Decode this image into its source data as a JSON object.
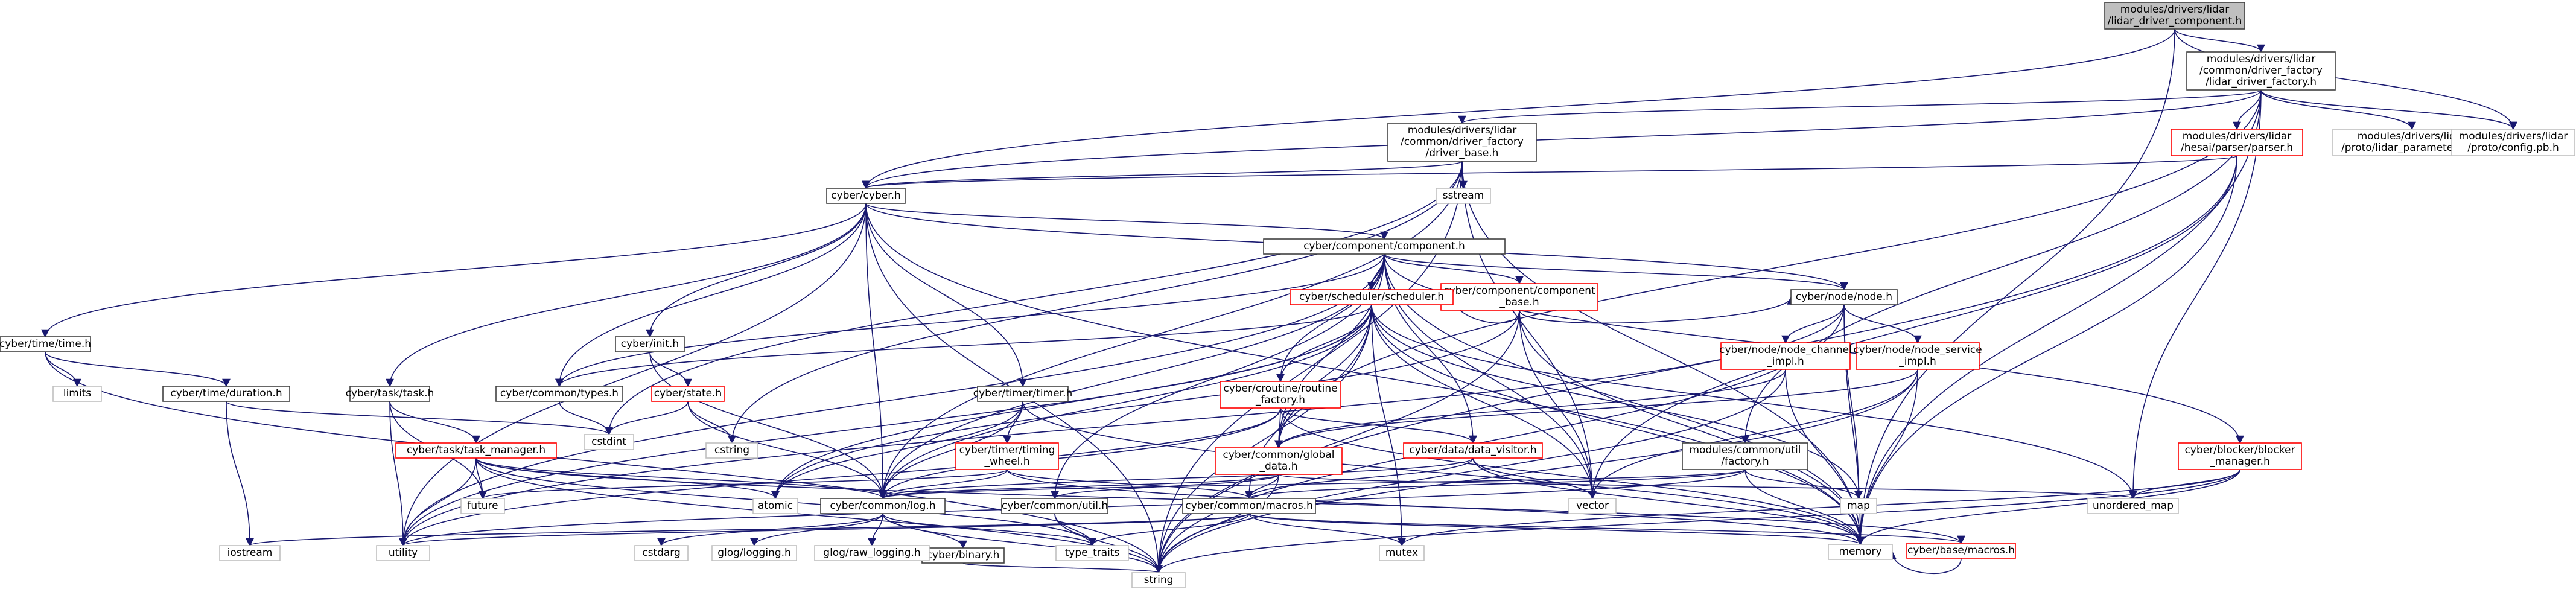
{
  "nodes": [
    {
      "id": "root",
      "style": "root",
      "lines": [
        "modules/drivers/lidar",
        "/lidar_driver_component.h"
      ]
    },
    {
      "id": "factory",
      "style": "black",
      "lines": [
        "modules/drivers/lidar",
        "/common/driver_factory",
        "/lidar_driver_factory.h"
      ]
    },
    {
      "id": "driver_base",
      "style": "black",
      "lines": [
        "modules/drivers/lidar",
        "/common/driver_factory",
        "/driver_base.h"
      ]
    },
    {
      "id": "hesai_parser",
      "style": "red",
      "lines": [
        "modules/drivers/lidar",
        "/hesai/parser/parser.h"
      ]
    },
    {
      "id": "lidar_param_pb",
      "style": "gray",
      "lines": [
        "modules/drivers/lidar",
        "/proto/lidar_parameter.pb.h"
      ]
    },
    {
      "id": "config_pb",
      "style": "gray",
      "lines": [
        "modules/drivers/lidar",
        "/proto/config.pb.h"
      ]
    },
    {
      "id": "cyber_h",
      "style": "black",
      "lines": [
        "cyber/cyber.h"
      ]
    },
    {
      "id": "sstream",
      "style": "gray",
      "lines": [
        "sstream"
      ]
    },
    {
      "id": "component_h",
      "style": "black",
      "lines": [
        "cyber/component/component.h"
      ]
    },
    {
      "id": "component_base",
      "style": "red",
      "lines": [
        "cyber/component/component",
        "_base.h"
      ]
    },
    {
      "id": "time_h",
      "style": "black",
      "lines": [
        "cyber/time/time.h"
      ]
    },
    {
      "id": "limits",
      "style": "gray",
      "lines": [
        "limits"
      ]
    },
    {
      "id": "duration_h",
      "style": "black",
      "lines": [
        "cyber/time/duration.h"
      ]
    },
    {
      "id": "init_h",
      "style": "black",
      "lines": [
        "cyber/init.h"
      ]
    },
    {
      "id": "state_h",
      "style": "red",
      "lines": [
        "cyber/state.h"
      ]
    },
    {
      "id": "task_h",
      "style": "black",
      "lines": [
        "cyber/task/task.h"
      ]
    },
    {
      "id": "task_manager",
      "style": "red",
      "lines": [
        "cyber/task/task_manager.h"
      ]
    },
    {
      "id": "types_h",
      "style": "black",
      "lines": [
        "cyber/common/types.h"
      ]
    },
    {
      "id": "timer_h",
      "style": "black",
      "lines": [
        "cyber/timer/timer.h"
      ]
    },
    {
      "id": "timing_wheel",
      "style": "red",
      "lines": [
        "cyber/timer/timing",
        "_wheel.h"
      ]
    },
    {
      "id": "scheduler_h",
      "style": "red",
      "lines": [
        "cyber/scheduler/scheduler.h"
      ]
    },
    {
      "id": "routine_factory",
      "style": "red",
      "lines": [
        "cyber/croutine/routine",
        "_factory.h"
      ]
    },
    {
      "id": "global_data",
      "style": "red",
      "lines": [
        "cyber/common/global",
        "_data.h"
      ]
    },
    {
      "id": "data_visitor",
      "style": "red",
      "lines": [
        "cyber/data/data_visitor.h"
      ]
    },
    {
      "id": "node_h",
      "style": "black",
      "lines": [
        "cyber/node/node.h"
      ]
    },
    {
      "id": "node_channel_impl",
      "style": "red",
      "lines": [
        "cyber/node/node_channel",
        "_impl.h"
      ]
    },
    {
      "id": "node_service_impl",
      "style": "red",
      "lines": [
        "cyber/node/node_service",
        "_impl.h"
      ]
    },
    {
      "id": "common_factory",
      "style": "black",
      "lines": [
        "modules/common/util",
        "/factory.h"
      ]
    },
    {
      "id": "blocker_manager",
      "style": "red",
      "lines": [
        "cyber/blocker/blocker",
        "_manager.h"
      ]
    },
    {
      "id": "log_h",
      "style": "black",
      "lines": [
        "cyber/common/log.h"
      ]
    },
    {
      "id": "util_h",
      "style": "black",
      "lines": [
        "cyber/common/util.h"
      ]
    },
    {
      "id": "macros_common",
      "style": "black",
      "lines": [
        "cyber/common/macros.h"
      ]
    },
    {
      "id": "binary_h",
      "style": "black",
      "lines": [
        "cyber/binary.h"
      ]
    },
    {
      "id": "base_macros",
      "style": "red",
      "lines": [
        "cyber/base/macros.h"
      ]
    },
    {
      "id": "future",
      "style": "gray",
      "lines": [
        "future"
      ]
    },
    {
      "id": "atomic",
      "style": "gray",
      "lines": [
        "atomic"
      ]
    },
    {
      "id": "cstdint",
      "style": "gray",
      "lines": [
        "cstdint"
      ]
    },
    {
      "id": "cstring",
      "style": "gray",
      "lines": [
        "cstring"
      ]
    },
    {
      "id": "vector",
      "style": "gray",
      "lines": [
        "vector"
      ]
    },
    {
      "id": "map",
      "style": "gray",
      "lines": [
        "map"
      ]
    },
    {
      "id": "unordered_map",
      "style": "gray",
      "lines": [
        "unordered_map"
      ]
    },
    {
      "id": "utility",
      "style": "gray",
      "lines": [
        "utility"
      ]
    },
    {
      "id": "iostream",
      "style": "gray",
      "lines": [
        "iostream"
      ]
    },
    {
      "id": "type_traits",
      "style": "gray",
      "lines": [
        "type_traits"
      ]
    },
    {
      "id": "mutex",
      "style": "gray",
      "lines": [
        "mutex"
      ]
    },
    {
      "id": "memory",
      "style": "gray",
      "lines": [
        "memory"
      ]
    },
    {
      "id": "string",
      "style": "gray",
      "lines": [
        "string"
      ]
    },
    {
      "id": "cstdarg",
      "style": "gray",
      "lines": [
        "cstdarg"
      ]
    },
    {
      "id": "glog_logging",
      "style": "gray",
      "lines": [
        "glog/logging.h"
      ]
    },
    {
      "id": "glog_raw_logging",
      "style": "gray",
      "lines": [
        "glog/raw_logging.h"
      ]
    }
  ],
  "edges": [
    [
      "root",
      "factory"
    ],
    [
      "root",
      "cyber_h"
    ],
    [
      "root",
      "config_pb"
    ],
    [
      "root",
      "memory"
    ],
    [
      "factory",
      "driver_base"
    ],
    [
      "factory",
      "hesai_parser"
    ],
    [
      "factory",
      "lidar_param_pb"
    ],
    [
      "factory",
      "config_pb"
    ],
    [
      "factory",
      "cyber_h"
    ],
    [
      "factory",
      "global_data"
    ],
    [
      "factory",
      "common_factory"
    ],
    [
      "factory",
      "memory"
    ],
    [
      "factory",
      "unordered_map"
    ],
    [
      "driver_base",
      "cyber_h"
    ],
    [
      "driver_base",
      "sstream"
    ],
    [
      "driver_base",
      "cstdint"
    ],
    [
      "driver_base",
      "string"
    ],
    [
      "driver_base",
      "log_h"
    ],
    [
      "driver_base",
      "vector"
    ],
    [
      "driver_base",
      "memory"
    ],
    [
      "driver_base",
      "cstring"
    ],
    [
      "hesai_parser",
      "cyber_h"
    ],
    [
      "hesai_parser",
      "vector"
    ],
    [
      "hesai_parser",
      "memory"
    ],
    [
      "hesai_parser",
      "string"
    ],
    [
      "cyber_h",
      "time_h"
    ],
    [
      "cyber_h",
      "component_h"
    ],
    [
      "cyber_h",
      "init_h"
    ],
    [
      "cyber_h",
      "task_h"
    ],
    [
      "cyber_h",
      "timer_h"
    ],
    [
      "cyber_h",
      "log_h"
    ],
    [
      "cyber_h",
      "node_h"
    ],
    [
      "cyber_h",
      "utility"
    ],
    [
      "cyber_h",
      "string"
    ],
    [
      "cyber_h",
      "memory"
    ],
    [
      "cyber_h",
      "types_h"
    ],
    [
      "component_h",
      "component_base"
    ],
    [
      "component_h",
      "scheduler_h"
    ],
    [
      "component_h",
      "routine_factory"
    ],
    [
      "component_h",
      "global_data"
    ],
    [
      "component_h",
      "data_visitor"
    ],
    [
      "component_h",
      "util_h"
    ],
    [
      "component_h",
      "types_h"
    ],
    [
      "component_h",
      "node_h"
    ],
    [
      "component_h",
      "blocker_manager"
    ],
    [
      "component_h",
      "log_h"
    ],
    [
      "component_h",
      "memory"
    ],
    [
      "component_h",
      "vector"
    ],
    [
      "component_h",
      "utility"
    ],
    [
      "component_base",
      "scheduler_h"
    ],
    [
      "component_base",
      "node_h"
    ],
    [
      "component_base",
      "vector"
    ],
    [
      "component_base",
      "memory"
    ],
    [
      "component_base",
      "string"
    ],
    [
      "component_base",
      "atomic"
    ],
    [
      "time_h",
      "limits"
    ],
    [
      "time_h",
      "duration_h"
    ],
    [
      "time_h",
      "string"
    ],
    [
      "duration_h",
      "cstdint"
    ],
    [
      "duration_h",
      "iostream"
    ],
    [
      "init_h",
      "state_h"
    ],
    [
      "init_h",
      "log_h"
    ],
    [
      "state_h",
      "cstdint"
    ],
    [
      "state_h",
      "cstring"
    ],
    [
      "state_h",
      "log_h"
    ],
    [
      "task_h",
      "task_manager"
    ],
    [
      "task_h",
      "future"
    ],
    [
      "task_h",
      "utility"
    ],
    [
      "task_manager",
      "future"
    ],
    [
      "task_manager",
      "atomic"
    ],
    [
      "task_manager",
      "utility"
    ],
    [
      "task_manager",
      "string"
    ],
    [
      "task_manager",
      "base_macros"
    ],
    [
      "task_manager",
      "type_traits"
    ],
    [
      "task_manager",
      "log_h"
    ],
    [
      "types_h",
      "cstdint"
    ],
    [
      "timer_h",
      "timing_wheel"
    ],
    [
      "timer_h",
      "log_h"
    ],
    [
      "timer_h",
      "memory"
    ],
    [
      "timer_h",
      "atomic"
    ],
    [
      "timing_wheel",
      "future"
    ],
    [
      "timing_wheel",
      "macros_common"
    ],
    [
      "timing_wheel",
      "log_h"
    ],
    [
      "timing_wheel",
      "memory"
    ],
    [
      "scheduler_h",
      "routine_factory"
    ],
    [
      "scheduler_h",
      "global_data"
    ],
    [
      "scheduler_h",
      "macros_common"
    ],
    [
      "scheduler_h",
      "types_h"
    ],
    [
      "scheduler_h",
      "log_h"
    ],
    [
      "scheduler_h",
      "atomic"
    ],
    [
      "scheduler_h",
      "map"
    ],
    [
      "scheduler_h",
      "memory"
    ],
    [
      "scheduler_h",
      "mutex"
    ],
    [
      "scheduler_h",
      "string"
    ],
    [
      "scheduler_h",
      "unordered_map"
    ],
    [
      "scheduler_h",
      "vector"
    ],
    [
      "scheduler_h",
      "utility"
    ],
    [
      "routine_factory",
      "global_data"
    ],
    [
      "routine_factory",
      "data_visitor"
    ],
    [
      "routine_factory",
      "log_h"
    ],
    [
      "routine_factory",
      "memory"
    ],
    [
      "routine_factory",
      "utility"
    ],
    [
      "global_data",
      "util_h"
    ],
    [
      "global_data",
      "macros_common"
    ],
    [
      "global_data",
      "log_h"
    ],
    [
      "global_data",
      "string"
    ],
    [
      "global_data",
      "unordered_map"
    ],
    [
      "data_visitor",
      "log_h"
    ],
    [
      "data_visitor",
      "vector"
    ],
    [
      "data_visitor",
      "memory"
    ],
    [
      "data_visitor",
      "macros_common"
    ],
    [
      "node_h",
      "node_channel_impl"
    ],
    [
      "node_h",
      "node_service_impl"
    ],
    [
      "node_h",
      "map"
    ],
    [
      "node_h",
      "memory"
    ],
    [
      "node_h",
      "string"
    ],
    [
      "node_h",
      "utility"
    ],
    [
      "node_channel_impl",
      "global_data"
    ],
    [
      "node_channel_impl",
      "memory"
    ],
    [
      "node_channel_impl",
      "string"
    ],
    [
      "node_service_impl",
      "global_data"
    ],
    [
      "node_service_impl",
      "memory"
    ],
    [
      "node_service_impl",
      "string"
    ],
    [
      "node_service_impl",
      "vector"
    ],
    [
      "common_factory",
      "macros_common"
    ],
    [
      "common_factory",
      "log_h"
    ],
    [
      "common_factory",
      "map"
    ],
    [
      "common_factory",
      "memory"
    ],
    [
      "common_factory",
      "utility"
    ],
    [
      "blocker_manager",
      "memory"
    ],
    [
      "blocker_manager",
      "mutex"
    ],
    [
      "blocker_manager",
      "string"
    ],
    [
      "blocker_manager",
      "unordered_map"
    ],
    [
      "log_h",
      "cstdarg"
    ],
    [
      "log_h",
      "string"
    ],
    [
      "log_h",
      "glog_logging"
    ],
    [
      "log_h",
      "glog_raw_logging"
    ],
    [
      "log_h",
      "binary_h"
    ],
    [
      "log_h",
      "type_traits"
    ],
    [
      "util_h",
      "string"
    ],
    [
      "util_h",
      "type_traits"
    ],
    [
      "macros_common",
      "base_macros"
    ],
    [
      "macros_common",
      "memory"
    ],
    [
      "macros_common",
      "mutex"
    ],
    [
      "macros_common",
      "type_traits"
    ],
    [
      "macros_common",
      "iostream"
    ],
    [
      "macros_common",
      "utility"
    ],
    [
      "binary_h",
      "string"
    ],
    [
      "base_macros",
      "memory"
    ]
  ]
}
